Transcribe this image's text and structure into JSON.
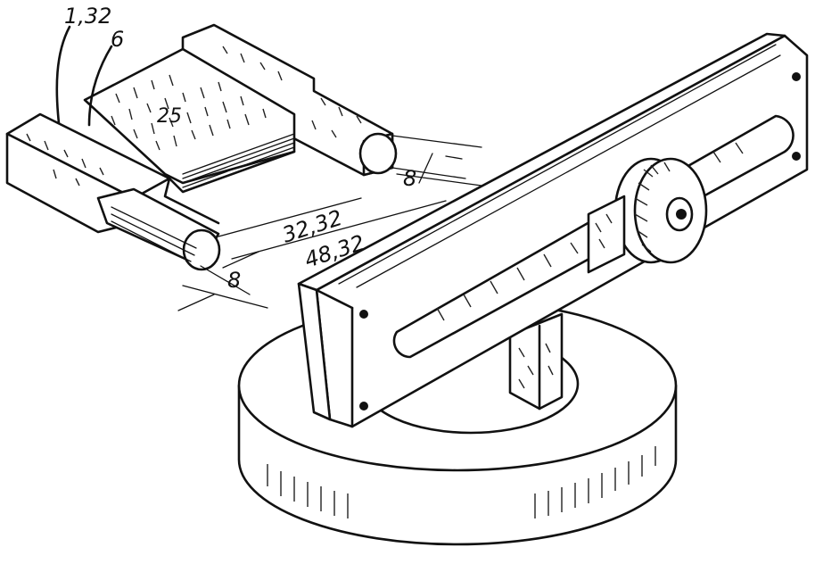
{
  "diagram": {
    "labels": {
      "top_dim": "1,32",
      "top_thickness": "6",
      "inner_width": "25",
      "side_depth": "8",
      "inner_length": "32,32",
      "overall_length": "48,32",
      "front_depth": "8"
    },
    "colors": {
      "ink": "#111111",
      "paper": "#ffffff"
    }
  }
}
